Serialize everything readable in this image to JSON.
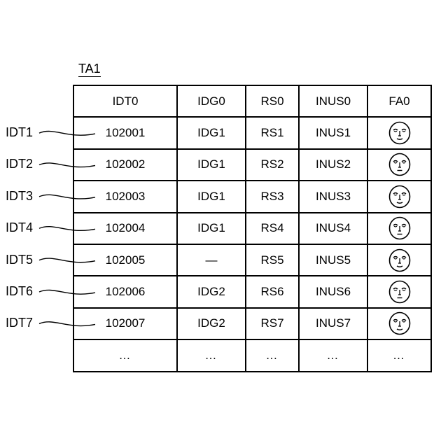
{
  "table_label": "TA1",
  "header": {
    "idt": "IDT0",
    "idg": "IDG0",
    "rs": "RS0",
    "inus": "INUS0",
    "fa": "FA0"
  },
  "rows": [
    {
      "label": "IDT1",
      "idt": "102001",
      "idg": "IDG1",
      "rs": "RS1",
      "inus": "INUS1",
      "face": "face-icon"
    },
    {
      "label": "IDT2",
      "idt": "102002",
      "idg": "IDG1",
      "rs": "RS2",
      "inus": "INUS2",
      "face": "face-icon"
    },
    {
      "label": "IDT3",
      "idt": "102003",
      "idg": "IDG1",
      "rs": "RS3",
      "inus": "INUS3",
      "face": "face-icon"
    },
    {
      "label": "IDT4",
      "idt": "102004",
      "idg": "IDG1",
      "rs": "RS4",
      "inus": "INUS4",
      "face": "face-icon"
    },
    {
      "label": "IDT5",
      "idt": "102005",
      "idg": "—",
      "rs": "RS5",
      "inus": "INUS5",
      "face": "face-icon"
    },
    {
      "label": "IDT6",
      "idt": "102006",
      "idg": "IDG2",
      "rs": "RS6",
      "inus": "INUS6",
      "face": "face-icon"
    },
    {
      "label": "IDT7",
      "idt": "102007",
      "idg": "IDG2",
      "rs": "RS7",
      "inus": "INUS7",
      "face": "face-icon"
    }
  ],
  "ellipsis": "…"
}
